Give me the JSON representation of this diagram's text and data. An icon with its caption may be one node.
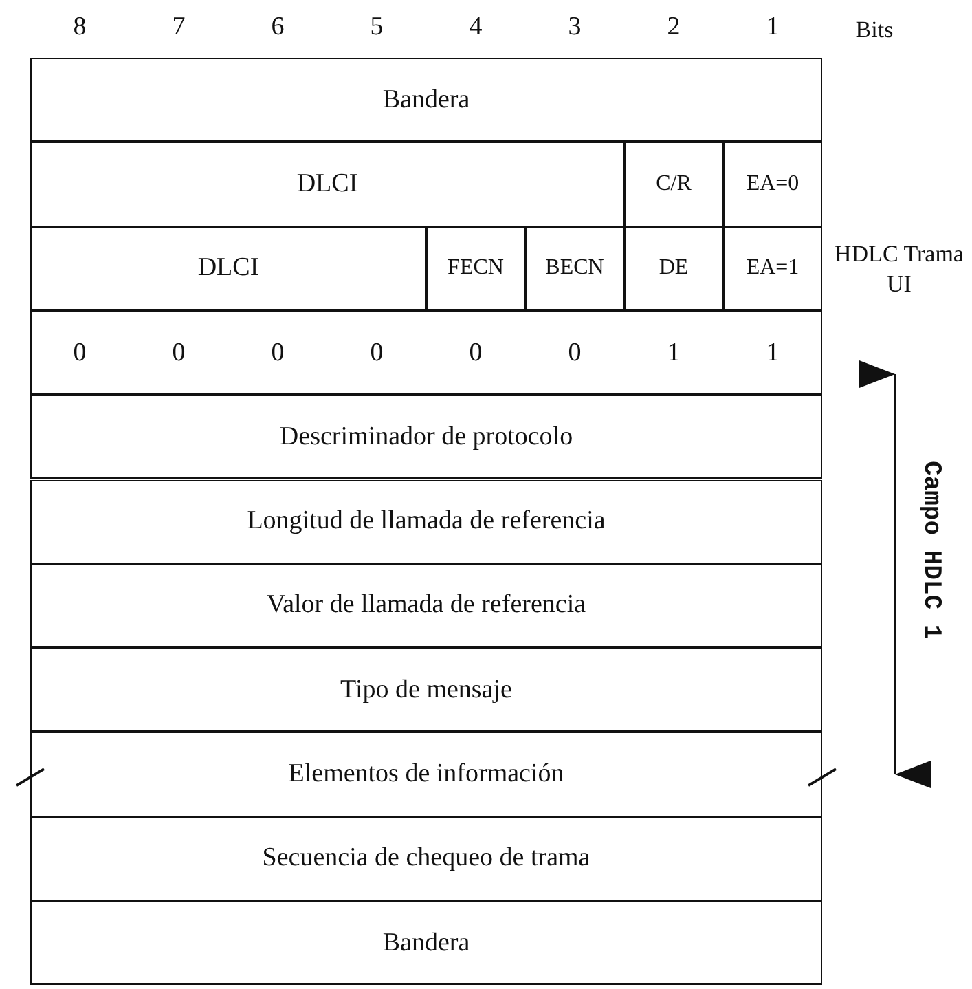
{
  "diagram": {
    "labels": [
      "8",
      "7",
      "6",
      "5",
      "4",
      "3",
      "2",
      "1",
      "Bits",
      "Bandera",
      "DLCI",
      "C/R",
      "EA=0",
      "DLCI",
      "FECN",
      "BECN",
      "DE",
      "EA=1",
      "HDLC Trama UI",
      "0",
      "0",
      "0",
      "0",
      "0",
      "0",
      "1",
      "1",
      "Descriminador de protocolo",
      "Longitud de llamada de referencia",
      "Valor de llamada de referencia",
      "Tipo de mensaje",
      "Elementos de información",
      "Secuencia de chequeo de trama",
      "Bandera",
      "Campo HDLC 1"
    ]
  }
}
